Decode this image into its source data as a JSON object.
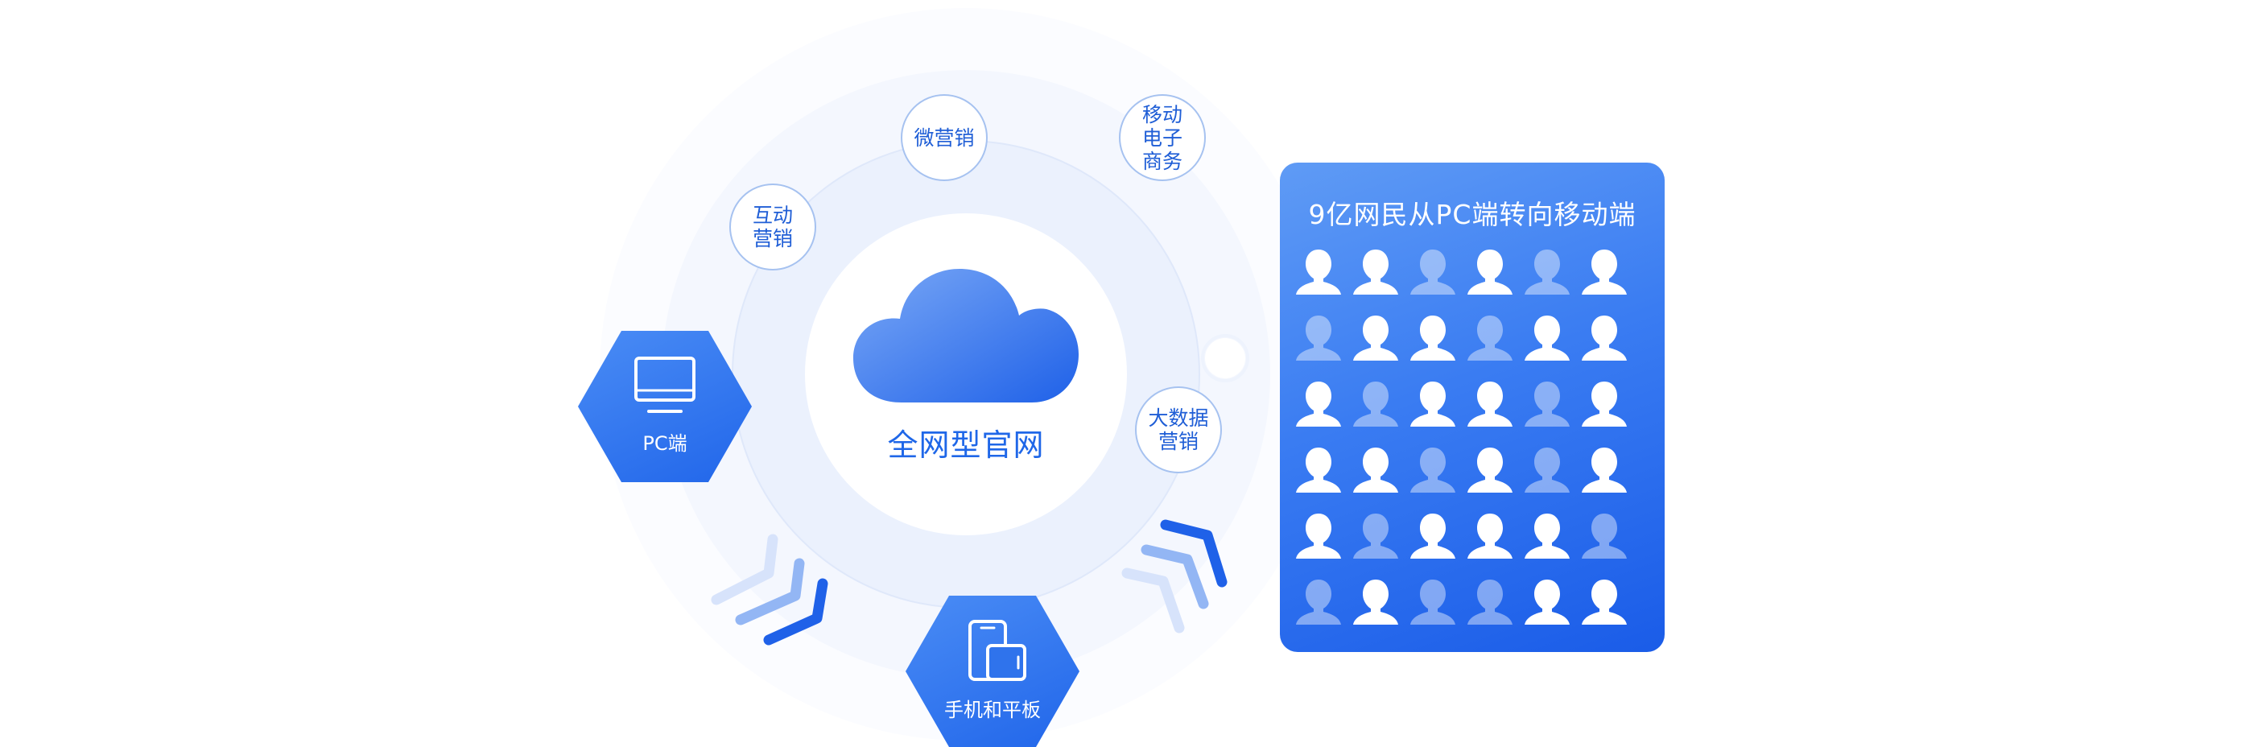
{
  "center": {
    "label": "全网型官网",
    "icon": "cloud-icon"
  },
  "channels": [
    {
      "id": "interactive-marketing",
      "label": "互动\n营销"
    },
    {
      "id": "wechat-marketing",
      "label": "微营销"
    },
    {
      "id": "mobile-ecommerce",
      "label": "移动\n电子\n商务"
    },
    {
      "id": "bigdata-marketing",
      "label": "大数据\n营销"
    }
  ],
  "devices": {
    "pc": {
      "label": "PC端",
      "icon": "monitor-icon"
    },
    "mobile": {
      "label": "手机和平板",
      "icon": "phone-tablet-icon"
    }
  },
  "panel": {
    "title": "9亿网民从PC端转向移动端",
    "icon": "person-icon",
    "rows": [
      [
        1,
        1,
        0,
        1,
        0,
        1
      ],
      [
        0,
        1,
        1,
        0,
        1,
        1
      ],
      [
        1,
        0,
        1,
        1,
        0,
        1
      ],
      [
        1,
        1,
        0,
        1,
        0,
        1
      ],
      [
        1,
        0,
        1,
        1,
        1,
        0
      ],
      [
        0,
        1,
        0,
        0,
        1,
        1
      ]
    ]
  },
  "colors": {
    "accent": "#1f67e8",
    "hex_fill": "#2f73ec",
    "ring_light": "#eef3fd",
    "panel_top": "#5f9bf5",
    "panel_bottom": "#1a5ce8"
  }
}
